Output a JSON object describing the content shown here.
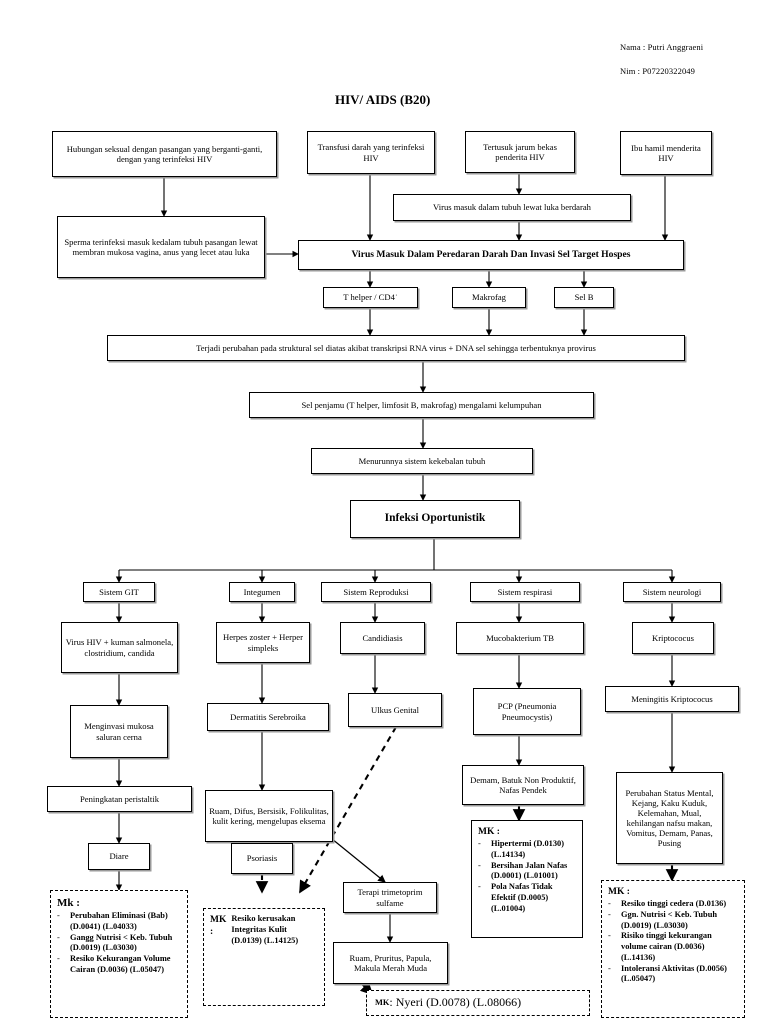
{
  "header": {
    "name_line": "Nama : Putri Anggraeni",
    "nim_line": "Nim : P07220322049"
  },
  "title": "HIV/ AIDS (B20)",
  "nodes": {
    "sexual": "Hubungan seksual dengan pasangan yang berganti-ganti, dengan yang terinfeksi HIV",
    "transfusi": "Transfusi darah yang terinfeksi HIV",
    "jarum": "Tertusuk jarum bekas penderita HIV",
    "ibuhamil": "Ibu hamil menderita HIV",
    "sperma": "Sperma terinfeksi masuk kedalam tubuh pasangan lewat membran mukosa vagina, anus yang lecet atau luka",
    "lukaberdarah": "Virus  masuk dalam tubuh lewat luka berdarah",
    "virusmasuk": "Virus Masuk Dalam Peredaran Darah Dan Invasi Sel Target Hospes",
    "thelper": "T helper / CD4˙",
    "makrofag": "Makrofag",
    "selb": "Sel B",
    "provirus": "Terjadi perubahan pada struktural sel diatas akibat transkripsi RNA virus + DNA sel sehingga terbentuknya provirus",
    "selpenjamu": "Sel penjamu (T helper, limfosit B, makrofag) mengalami kelumpuhan",
    "menurunnya": "Menurunnya sistem kekebalan tubuh",
    "infeksi": "Infeksi Oportunistik",
    "sistem_git": "Sistem GIT",
    "integumen": "Integumen",
    "sistem_reproduksi": "Sistem Reproduksi",
    "sistem_respirasi": "Sistem respirasi",
    "sistem_neurologi": "Sistem neurologi",
    "viruskuman": "Virus HIV + kuman salmonela, clostridium, candida",
    "herpes": "Herpes zoster + Herper simpleks",
    "candidiasis": "Candidiasis",
    "mucobakterium": "Mucobakterium TB",
    "kriptococus": "Kriptococus",
    "menginvasi": "Menginvasi mukosa saluran cerna",
    "dermatitis": "Dermatitis Serebroika",
    "ulkus": "Ulkus  Genital",
    "pcp": "PCP (Pneumonia Pneumocystis)",
    "meningitis": "Meningitis Kriptococus",
    "peningkatan": "Peningkatan peristaltik",
    "ruamdifus": "Ruam, Difus, Bersisik, Folikulitas, kulit kering, mengelupas eksema",
    "demam": "Demam, Batuk Non Produktif, Nafas Pendek",
    "perubahanstatus": "Perubahan Status Mental, Kejang, Kaku Kuduk, Kelemahan, Mual, kehilangan nafsu makan, Vomitus, Demam, Panas, Pusing",
    "diare": "Diare",
    "psoriasis": "Psoriasis",
    "terapi": "Terapi trimetoprim sulfame",
    "ruampruritus": "Ruam, Pruritus, Papula, Makula Merah Muda"
  },
  "mk_boxes": {
    "git": {
      "title": "Mk :",
      "items": [
        "Perubahan Eliminasi (Bab) (D.0041) (L.04033)",
        "Gangg Nutrisi < Keb. Tubuh (D.0019) (L.03030)",
        "Resiko Kekurangan Volume Cairan (D.0036) (L.05047)"
      ]
    },
    "kulit": {
      "title": "MK :",
      "inline": "Resiko kerusakan Integritas Kulit (D.0139) (L.14125)"
    },
    "respirasi": {
      "title": "MK :",
      "items": [
        "Hipertermi (D.0130) (L.14134)",
        "Bersihan Jalan Nafas (D.0001) (L.01001)",
        "Pola Nafas Tidak Efektif (D.0005) (L.01004)"
      ]
    },
    "neurologi": {
      "title": "MK :",
      "items": [
        "Resiko tinggi cedera (D.0136)",
        "Ggn. Nutrisi < Keb. Tubuh (D.0019) (L.03030)",
        "Risiko tinggi kekurangan volume cairan (D.0036) (L.14136)",
        "Intoleransi Aktivitas (D.0056) (L.05047)"
      ]
    },
    "nyeri": {
      "title": "MK",
      "text": ": Nyeri (D.0078) (L.08066)"
    }
  },
  "colors": {
    "line": "#000000",
    "shadow": "#9a9a9a",
    "background": "#ffffff"
  }
}
